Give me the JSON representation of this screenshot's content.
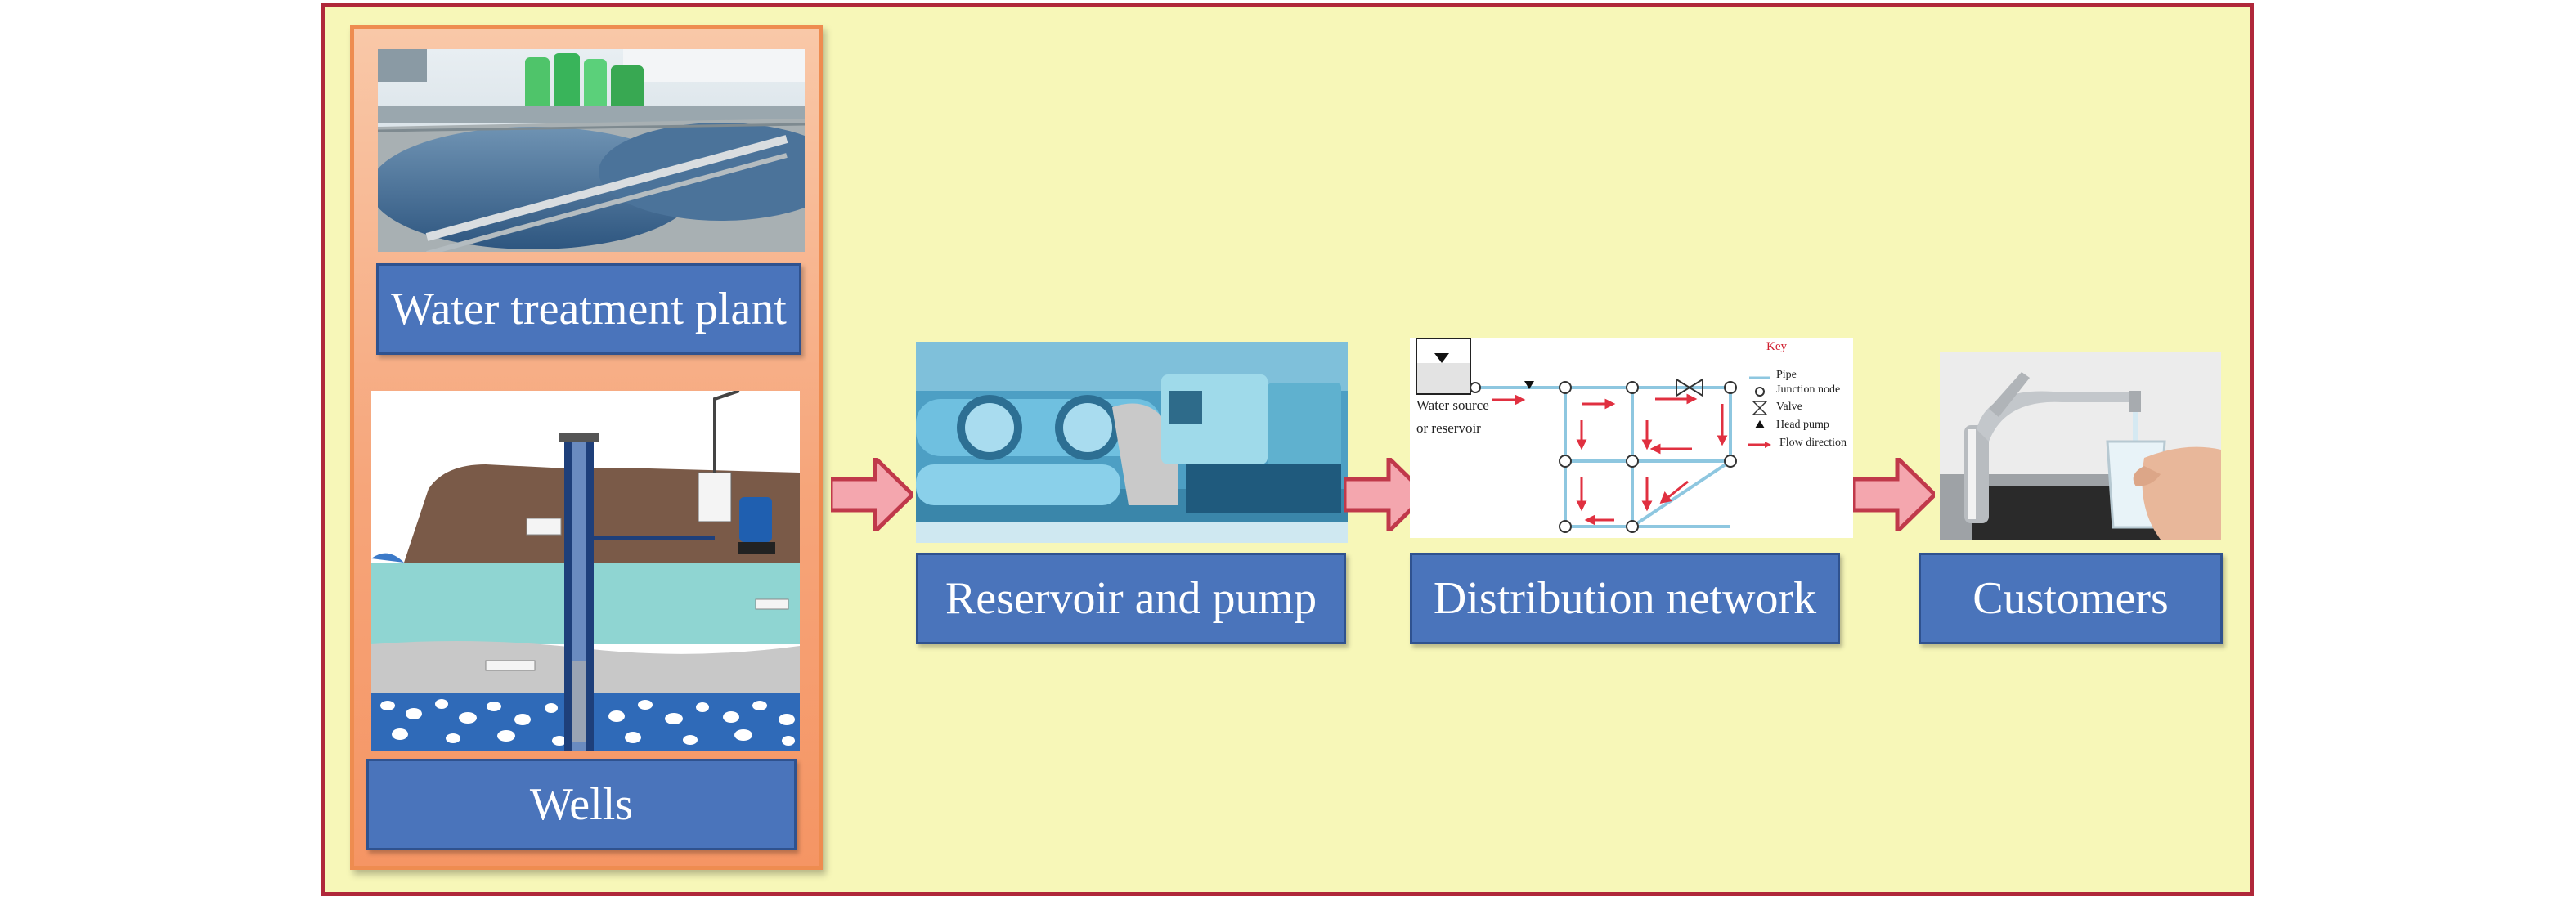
{
  "labels": {
    "treatment_plant": "Water treatment plant",
    "wells": "Wells",
    "reservoir_pump": "Reservoir and pump",
    "distribution_network": "Distribution network",
    "customers": "Customers"
  },
  "network_diagram": {
    "source_line1": "Water source",
    "source_line2": "or reservoir",
    "key_title": "Key",
    "key_items": [
      "Pipe",
      "Junction node",
      "Valve",
      "Head pump",
      "Flow direction"
    ]
  },
  "colors": {
    "frame_border": "#b0283a",
    "frame_fill": "#f7f7b8",
    "panel_fill": "#f6a57a",
    "label_fill": "#4a74bb",
    "arrow_fill": "#f4a6ae"
  }
}
